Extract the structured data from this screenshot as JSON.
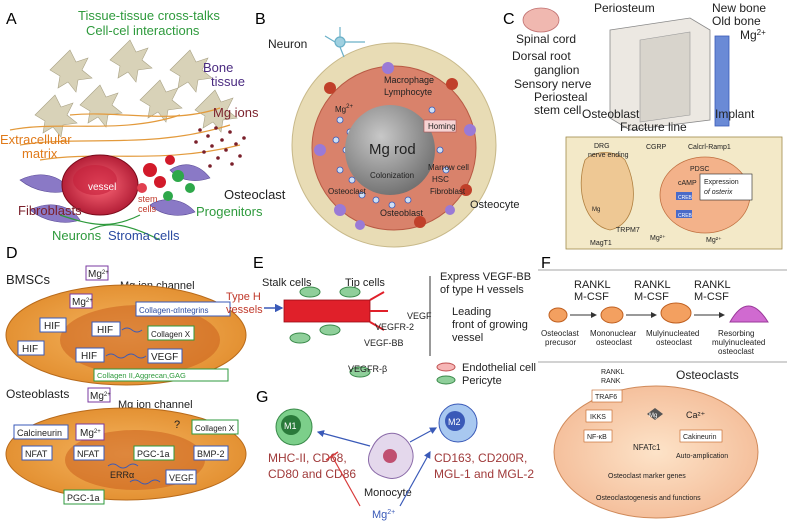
{
  "colors": {
    "bone_tan": "#e8dcb5",
    "marrow_red": "#d9826b",
    "orange_cell": "#f0a043",
    "green_text": "#2e9a3c",
    "blue_text": "#2a4aa0",
    "red_text": "#c0392b",
    "maroon_text": "#7a1f2a",
    "purple_text": "#4a2a80"
  },
  "panelA": {
    "letter": "A",
    "cross_talks": "Tissue-tissue cross-talks",
    "interactions": "Cell-cel interactions",
    "bone_tissue_1": "Bone",
    "bone_tissue_2": "tissue",
    "mg_ions": "Mg ions",
    "extracellular_1": "Extracellular",
    "extracellular_2": "matrix",
    "vessel": "vessel",
    "stem_cells_1": "stem",
    "stem_cells_2": "cells",
    "osteoclast": "Osteoclast",
    "progenitors": "Progenitors",
    "fibroblasts": "Fibroblasts",
    "neurons": "Neurons",
    "stroma": "Stroma cells"
  },
  "panelB": {
    "letter": "B",
    "neuron": "Neuron",
    "macrophage": "Macrophage",
    "lymphocyte": "Lymphocyte",
    "mg": "Mg",
    "mg_sup": "2+",
    "homing": "Homing",
    "mg_rod": "Mg rod",
    "marrow_cell": "Marrow cell",
    "colonization": "Colonization",
    "hsc": "HSC",
    "osteoclast": "Osteoclast",
    "fibroblast": "Fibroblast",
    "osteoblast": "Osteoblast",
    "osteocyte": "Osteocyte"
  },
  "panelC": {
    "letter": "C",
    "periosteum": "Periosteum",
    "new_bone": "New bone",
    "old_bone": "Old bone",
    "mg": "Mg",
    "mg_sup": "2+",
    "spinal_cord": "Spinal cord",
    "drg_1": "Dorsal root",
    "drg_2": "ganglion",
    "sensory": "Sensory nerve",
    "periosteal_1": "Periosteal",
    "periosteal_2": "stem cell",
    "implant": "Implant",
    "osteoblast": "Osteoblast",
    "fracture": "Fracture line",
    "drg_nerve_1": "DRG",
    "drg_nerve_2": "nerve ending",
    "cgrp": "CGRP",
    "calcrl": "Calcrl-Ramp1",
    "pdsc": "PDSC",
    "camp": "cAMP",
    "creb": "CREB",
    "expression_1": "Expression",
    "expression_2": "of osterix",
    "mg_small": "Mg",
    "trpm7": "TRPM7",
    "magt1": "MagT1",
    "mg2": "Mg²⁺"
  },
  "panelD": {
    "letter": "D",
    "bmscs": "BMSCs",
    "mg_channel_1": "Mg ion channel",
    "mg": "Mg",
    "mg_sup": "2+",
    "collagen_integrins": "Collagen-αIntegrins",
    "hif": "HIF",
    "collagen_x": "Collagen X",
    "vegf": "VEGF",
    "collagen_ii": "Collagen II,Aggrecan,GAG",
    "osteoblasts": "Osteoblasts",
    "mg_channel_2": "Mg ion channel",
    "calcineurin": "Calcineurin",
    "q": "?",
    "collagen_x2": "Collagen X",
    "nfat": "NFAT",
    "pgc": "PGC-1a",
    "bmp2": "BMP-2",
    "erra": "ERRα",
    "vegf2": "VEGF"
  },
  "panelE": {
    "letter": "E",
    "stalk": "Stalk cells",
    "tip": "Tip cells",
    "typeh_1": "Type H",
    "typeh_2": "vessels",
    "vegf": "VEGF",
    "vegfr2": "VEGFR-2",
    "vegfbb": "VEGF-BB",
    "vegfrb": "VEGFR-β",
    "express_1": "Express VEGF-BB",
    "express_2": "of type H vessels",
    "leading_1": "Leading",
    "leading_2": "front of growing",
    "leading_3": "vessel",
    "endothelial": "Endothelial cell",
    "pericyte": "Pericyte"
  },
  "panelF": {
    "letter": "F",
    "rankl": "RANKL",
    "mcsf": "M-CSF",
    "precursor_1": "Osteoclast",
    "precursor_2": "precusor",
    "mono_1": "Mononuclear",
    "mono_2": "osteoclast",
    "multi_1": "Mulyinucleated",
    "multi_2": "osteoclast",
    "resorb_1": "Resorbing",
    "resorb_2": "mulyinucleated",
    "resorb_3": "osteoclast",
    "rank_1": "RANKL",
    "rank_2": "RANK",
    "osteoclasts": "Osteoclasts",
    "traf6": "TRAF6",
    "ikks": "IKKS",
    "mg": "Mg",
    "ca": "Ca²⁺",
    "nfkb": "NF-κB",
    "nfatc1": "NFATc1",
    "calcineurin": "Cakineurin",
    "auto": "Auto-amplication",
    "marker": "Osteoclast marker genes",
    "genesis": "Osteoclastogenesis and functions"
  },
  "panelG": {
    "letter": "G",
    "m1": "M1",
    "m2": "M2",
    "m1_markers_1": "MHC-II, CD68,",
    "m1_markers_2": "CD80 and CD86",
    "m2_markers_1": "CD163, CD200R,",
    "m2_markers_2": "MGL-1 and MGL-2",
    "monocyte": "Monocyte",
    "mg": "Mg",
    "mg_sup": "2+"
  }
}
